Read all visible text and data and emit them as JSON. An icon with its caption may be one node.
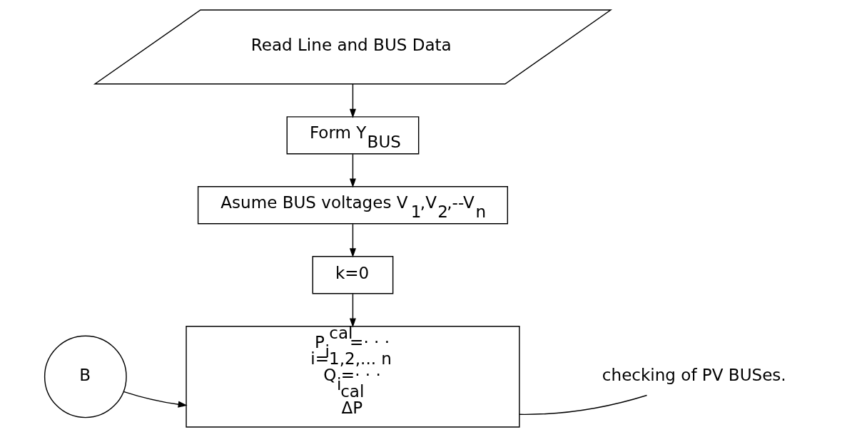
{
  "diagram": {
    "nodes": [
      {
        "text": [
          "Read Line and BUS Data"
        ]
      },
      {
        "text": [
          "Form Y$_{BUS}$"
        ]
      },
      {
        "text": [
          "Asume BUS voltages V$_{1}$,V$_{2}$,--V$_{n}$"
        ]
      },
      {
        "text": [
          "k=0"
        ]
      },
      {
        "text": [
          "P$_{i}$$^{cal}$=· · ·",
          "i=1,2,... n",
          "Q$_{i}$=· · ·",
          "cal",
          "ΔP"
        ]
      },
      {
        "text": [
          "B"
        ]
      },
      {
        "text": [
          "checking of PV BUSes."
        ]
      }
    ],
    "edges": [
      {
        "from": 0,
        "to": 1,
        "arrow": "to"
      },
      {
        "from": 1,
        "to": 2,
        "arrow": "to"
      },
      {
        "from": 2,
        "to": 3,
        "arrow": "to"
      },
      {
        "from": 3,
        "to": 4,
        "arrow": "to"
      },
      {
        "from": 5,
        "to": 4,
        "arrow": "to"
      },
      {
        "from": 6,
        "to": 4,
        "arrow": "none"
      }
    ]
  }
}
